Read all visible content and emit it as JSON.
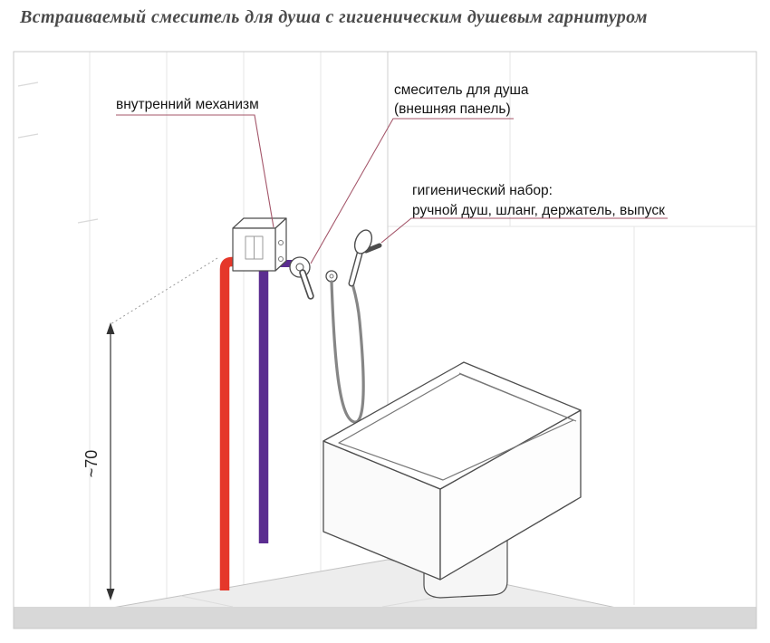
{
  "page": {
    "title": "Встраиваемый смеситель для душа с гигиеническим душевым гарнитуром"
  },
  "diagram": {
    "labels": {
      "internal_mechanism": "внутренний механизм",
      "mixer_line1": "смеситель для душа",
      "mixer_line2": "(внешняя панель)",
      "hygienic_line1": "гигиенический набор:",
      "hygienic_line2": "ручной душ, шланг, держатель, выпуск",
      "height_dimension": "~70"
    },
    "colors": {
      "hot_water_pipe": "#e5372a",
      "mixed_water_pipe": "#5b2d90",
      "leader_line": "#a4566a",
      "outline": "#4d4d4d"
    }
  }
}
